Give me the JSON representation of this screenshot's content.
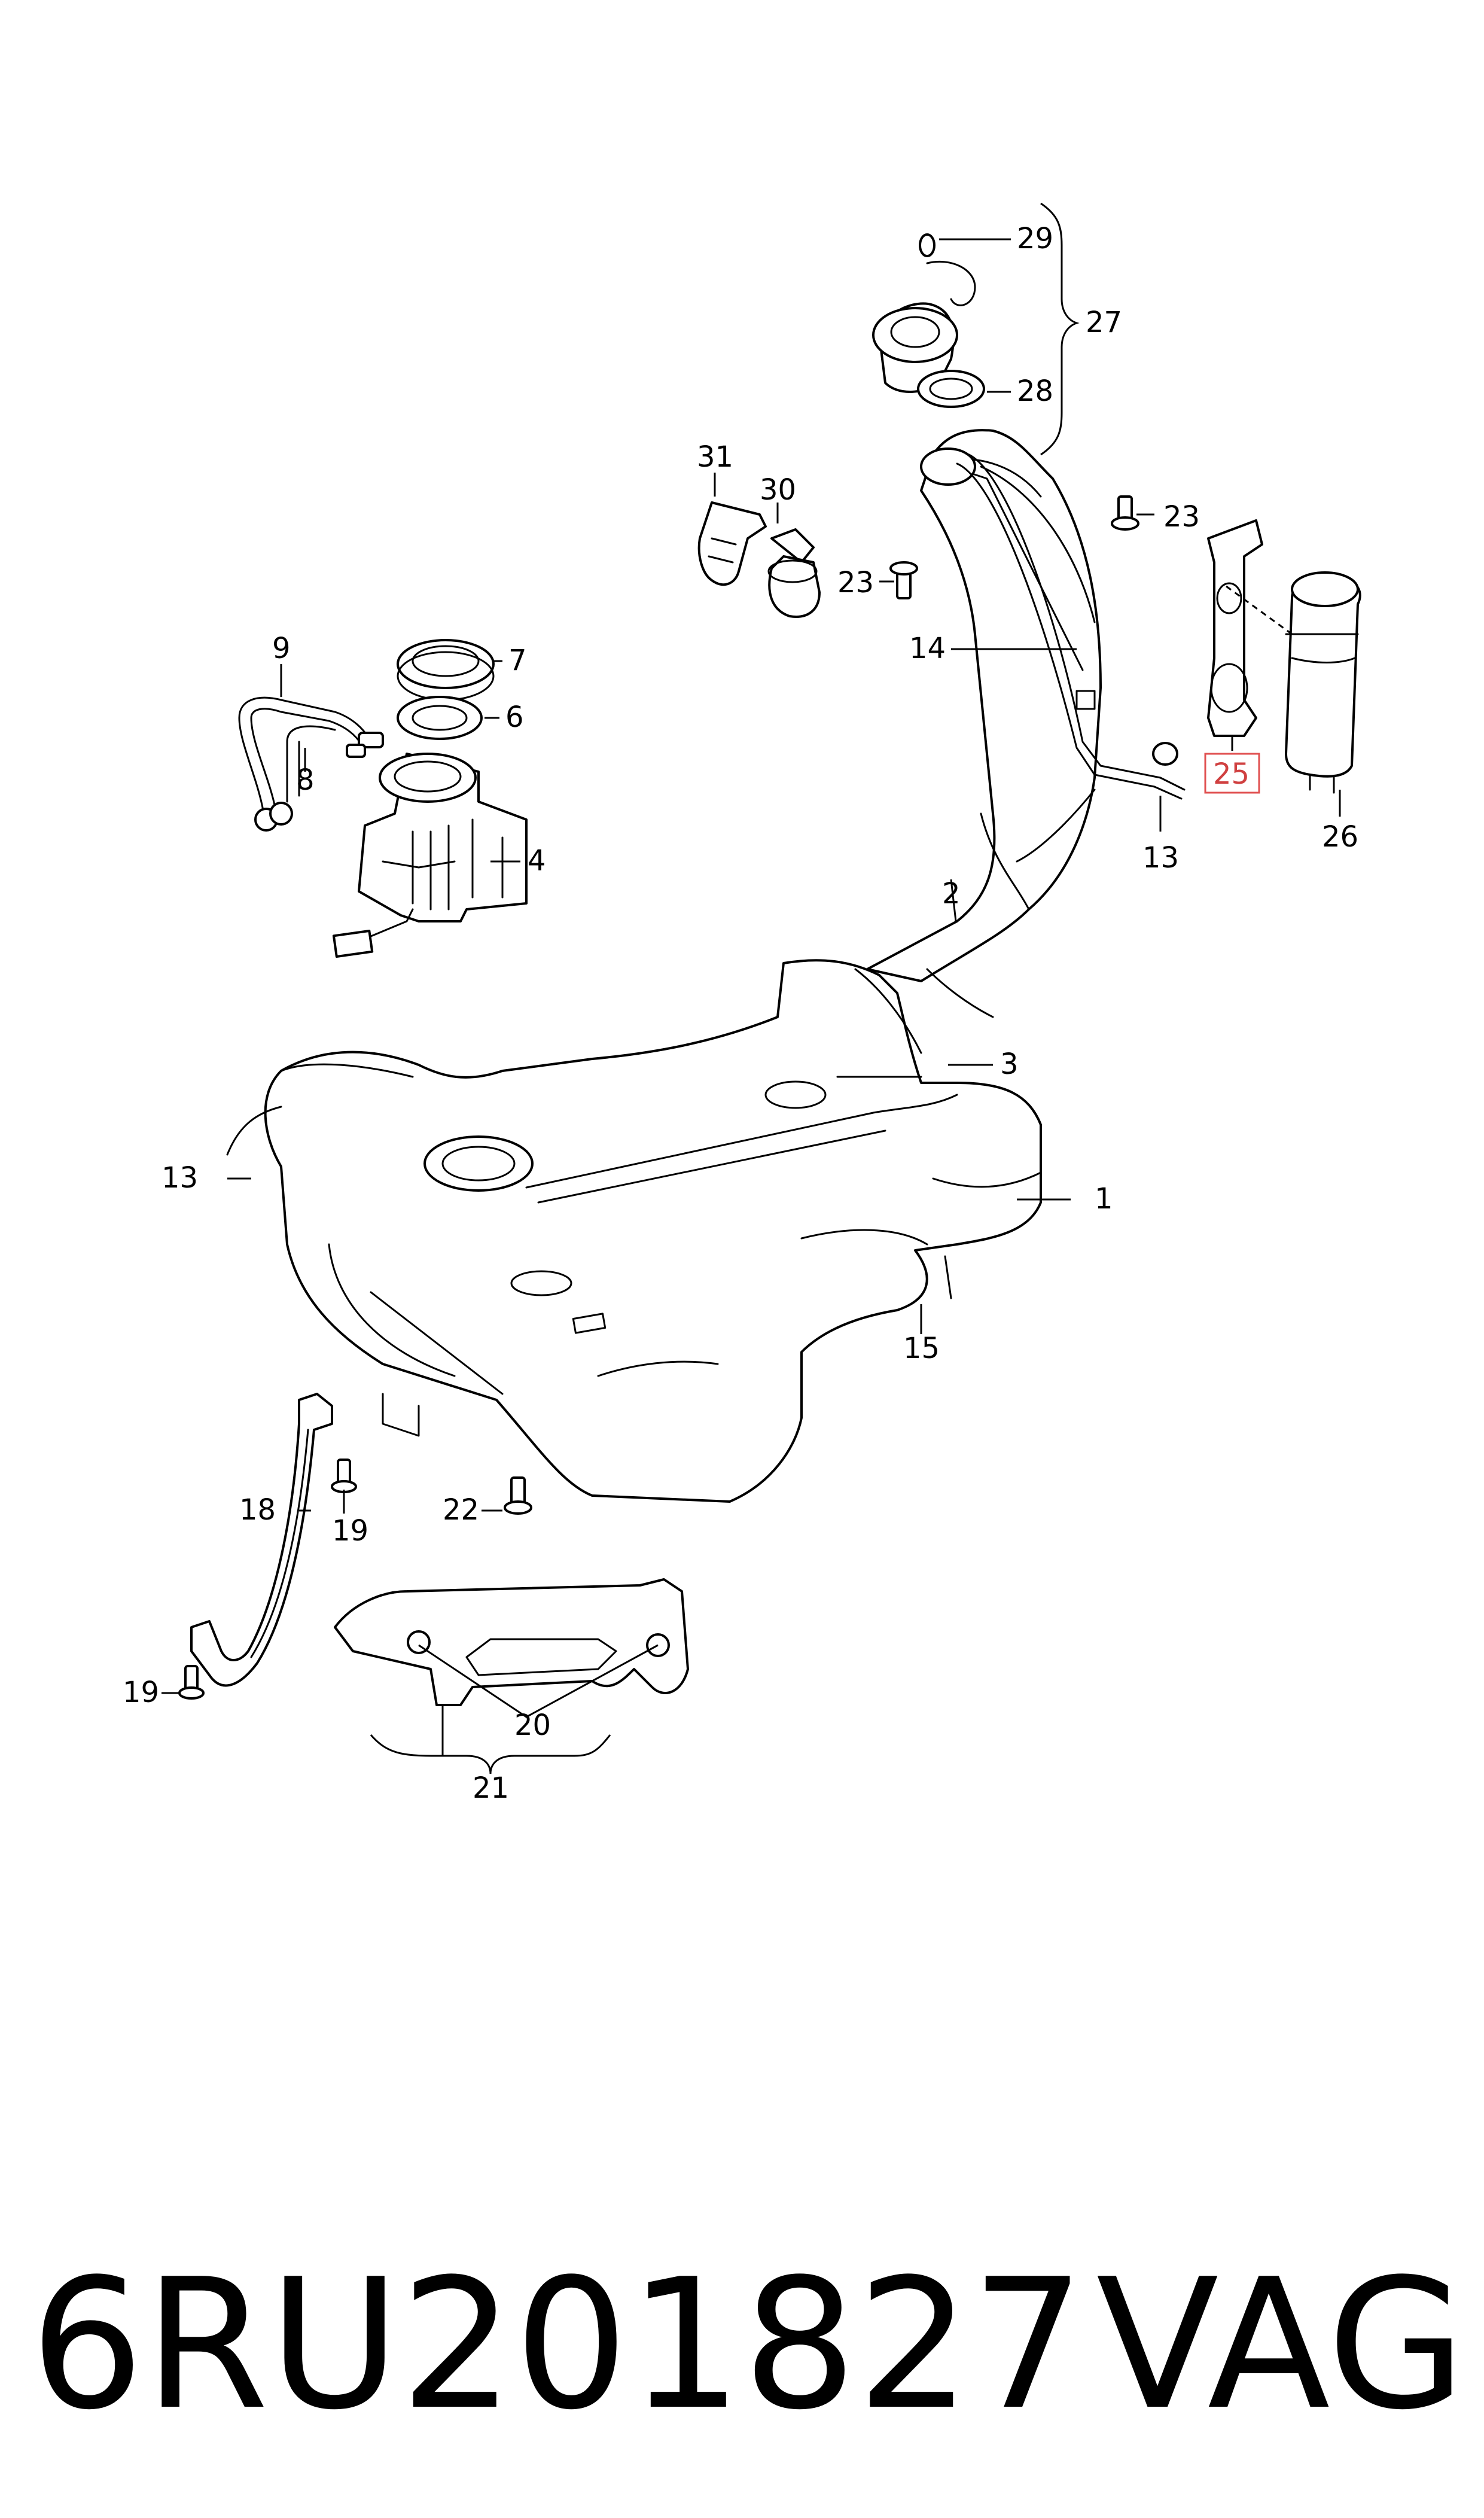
{
  "callouts": {
    "c1": "1",
    "c2": "2",
    "c3": "3",
    "c4": "4",
    "c6": "6",
    "c7": "7",
    "c8": "8",
    "c9": "9",
    "c13a": "13",
    "c13b": "13",
    "c14": "14",
    "c15": "15",
    "c18": "18",
    "c19a": "19",
    "c19b": "19",
    "c20": "20",
    "c21": "21",
    "c22": "22",
    "c23a": "23",
    "c23b": "23",
    "c25": "25",
    "c26": "26",
    "c27": "27",
    "c28": "28",
    "c29": "29",
    "c30": "30",
    "c31": "31"
  },
  "highlighted_part": "25",
  "footer": {
    "part_number": "6RU201827",
    "brand": "VAG"
  },
  "colors": {
    "highlight": "#e05050",
    "line": "#000000"
  }
}
